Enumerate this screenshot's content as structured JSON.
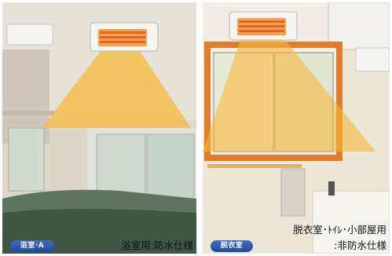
{
  "left_panel": {
    "badge": "浴室·A",
    "caption": "浴室用:防水仕様"
  },
  "right_panel": {
    "badge": "脱衣室",
    "caption_line1": "脱衣室･ﾄｲﾚ･小部屋用",
    "caption_line2": ":非防水仕様"
  },
  "colors": {
    "heat_glow": "#f6b93c",
    "heater_element": "#e8602a",
    "badge_blue": "#2a5db0",
    "window_frame_orange": "#e27b2a"
  },
  "icons": {
    "heater": "wall-heater-icon"
  }
}
